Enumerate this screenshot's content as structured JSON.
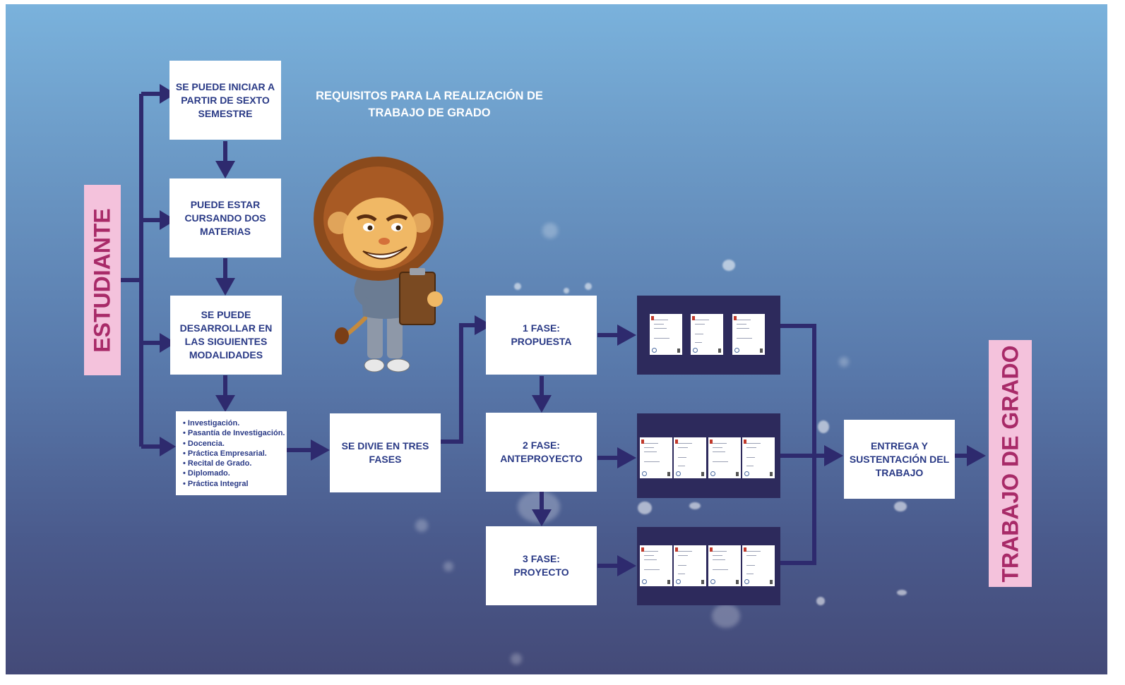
{
  "diagram": {
    "title": "REQUISITOS PARA LA REALIZACIÓN DE TRABAJO DE GRADO",
    "start_label": "ESTUDIANTE",
    "end_label": "TRABAJO DE GRADO",
    "nodes": {
      "sexto": "SE PUEDE INICIAR  A PARTIR DE SEXTO SEMESTRE",
      "materias": "PUEDE ESTAR CURSANDO DOS MATERIAS",
      "modalidades": "SE PUEDE DESARROLLAR EN LAS SIGUIENTES MODALIDADES",
      "fases": "SE DIVIE EN TRES FASES",
      "fase1": "1 FASE: PROPUESTA",
      "fase2": "2 FASE: ANTEPROYECTO",
      "fase3": "3 FASE: PROYECTO",
      "entrega": "ENTREGA Y SUSTENTACIÓN DEL TRABAJO"
    },
    "modalidades_list": [
      "Investigación.",
      "Pasantía de Investigación.",
      "Docencia.",
      "Práctica Empresarial.",
      "Recital de Grado.",
      "Diplomado.",
      "Práctica Integral"
    ],
    "document_panels": [
      {
        "phase": "1 FASE",
        "pages": 3
      },
      {
        "phase": "2 FASE",
        "pages": 4
      },
      {
        "phase": "3 FASE",
        "pages": 4
      }
    ],
    "colors": {
      "arrow": "#2e2a6e",
      "box_text": "#2a3a86",
      "label_bg": "#f4c2dc",
      "label_text": "#a82a68",
      "panel": "#2d2a5c"
    },
    "mascot": "lion-cartoon-with-clipboard"
  }
}
